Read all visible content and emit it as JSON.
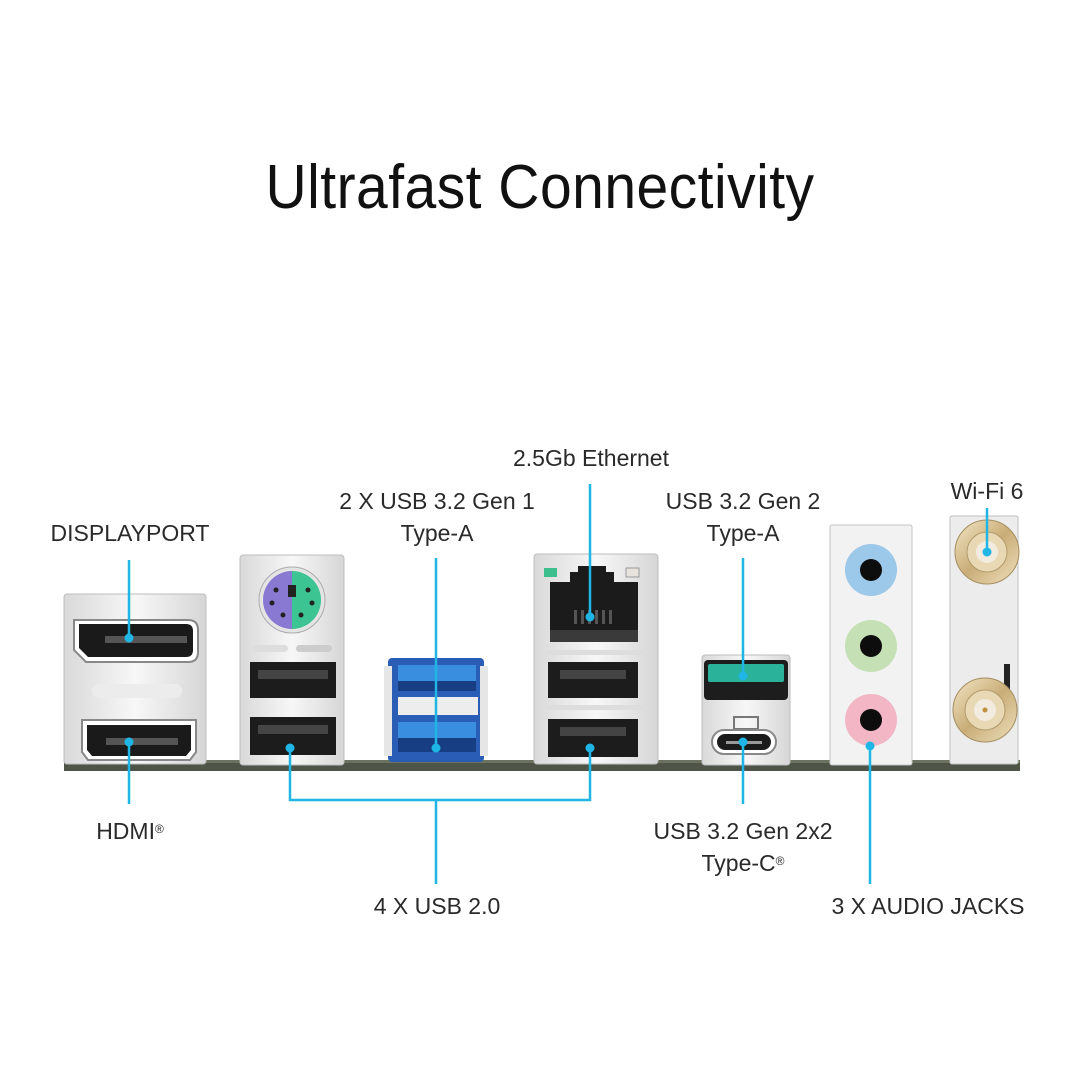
{
  "title": "Ultrafast Connectivity",
  "accent_color": "#1fb6e6",
  "labels": {
    "displayport": "DISPLAYPORT",
    "hdmi": "HDMI",
    "hdmi_mark": "®",
    "usb32g1_line1": "2 X USB 3.2 Gen 1",
    "usb32g1_line2": "Type-A",
    "ethernet": "2.5Gb Ethernet",
    "usb32g2_line1": "USB 3.2 Gen 2",
    "usb32g2_line2": "Type-A",
    "wifi": "Wi-Fi 6",
    "usb20": "4 X USB 2.0",
    "usbc_line1": "USB 3.2 Gen 2x2",
    "usbc_line2": "Type-C",
    "usbc_mark": "®",
    "audio": "3 X AUDIO JACKS"
  },
  "ports": [
    {
      "id": "displayport",
      "name": "DisplayPort"
    },
    {
      "id": "hdmi",
      "name": "HDMI"
    },
    {
      "id": "ps2",
      "name": "PS/2 combo port"
    },
    {
      "id": "usb20",
      "name": "USB 2.0",
      "count": 4
    },
    {
      "id": "usb32g1",
      "name": "USB 3.2 Gen 1 Type-A",
      "count": 2
    },
    {
      "id": "ethernet",
      "name": "2.5Gb Ethernet"
    },
    {
      "id": "usb32g2",
      "name": "USB 3.2 Gen 2 Type-A"
    },
    {
      "id": "usbc",
      "name": "USB 3.2 Gen 2x2 Type-C"
    },
    {
      "id": "audio",
      "name": "Audio jacks",
      "count": 3,
      "colors": [
        "#9cc8ea",
        "#c4e0b4",
        "#f2b6c4"
      ]
    },
    {
      "id": "wifi",
      "name": "Wi-Fi 6 antenna connectors",
      "count": 2
    }
  ]
}
